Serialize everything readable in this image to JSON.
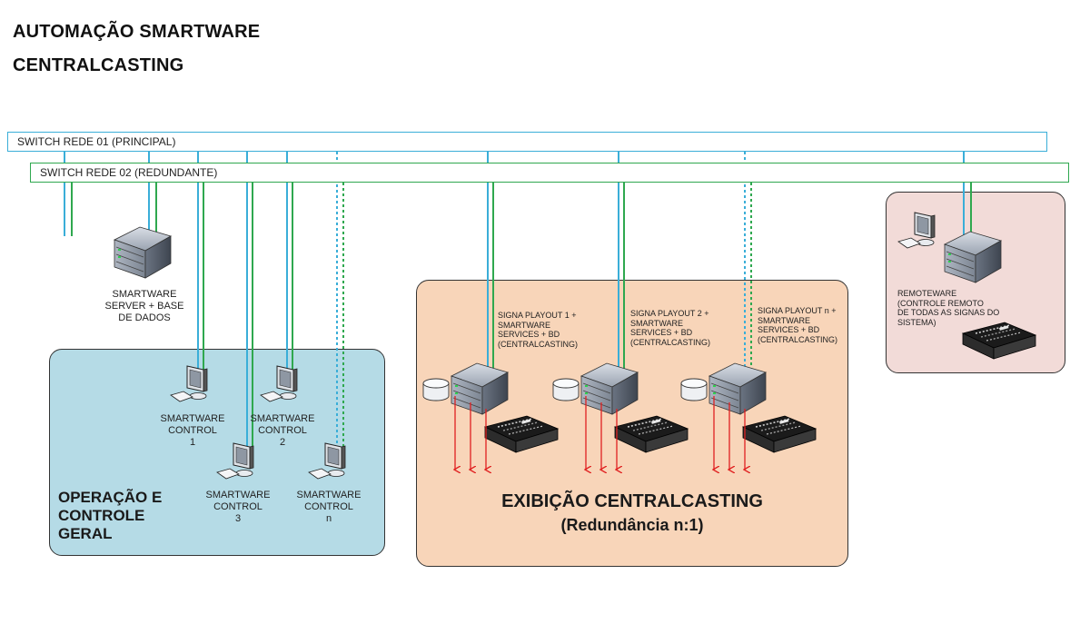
{
  "header": {
    "title_line1": "AUTOMAÇÃO SMARTWARE",
    "title_line2": "CENTRALCASTING"
  },
  "switches": {
    "principal": "SWITCH REDE 01 (PRINCIPAL)",
    "redundante": "SWITCH REDE 02 (REDUNDANTE)"
  },
  "server": {
    "label_lines": [
      "SMARTWARE",
      "SERVER + BASE",
      "DE DADOS"
    ]
  },
  "operacao": {
    "zone_title_lines": [
      "OPERAÇÃO E",
      "CONTROLE",
      "GERAL"
    ],
    "controls": [
      {
        "lines": [
          "SMARTWARE",
          "CONTROL",
          "1"
        ]
      },
      {
        "lines": [
          "SMARTWARE",
          "CONTROL",
          "2"
        ]
      },
      {
        "lines": [
          "SMARTWARE",
          "CONTROL",
          "3"
        ]
      },
      {
        "lines": [
          "SMARTWARE",
          "CONTROL",
          "n"
        ]
      }
    ]
  },
  "exibicao": {
    "zone_title": "EXIBIÇÃO CENTRALCASTING",
    "zone_subtitle": "(Redundância n:1)",
    "playouts": [
      {
        "lines": [
          "SIGNA PLAYOUT 1 +",
          "SMARTWARE",
          "SERVICES + BD",
          "(CENTRALCASTING)"
        ]
      },
      {
        "lines": [
          "SIGNA PLAYOUT 2 +",
          "SMARTWARE",
          "SERVICES + BD",
          "(CENTRALCASTING)"
        ]
      },
      {
        "lines": [
          "SIGNA PLAYOUT n +",
          "SMARTWARE",
          "SERVICES + BD",
          "(CENTRALCASTING)"
        ]
      }
    ]
  },
  "remote": {
    "label_lines": [
      "REMOTEWARE",
      "(CONTROLE REMOTO",
      "DE TODAS AS SIGNAS DO",
      "SISTEMA)"
    ]
  },
  "colors": {
    "net1": "#3aaed8",
    "net2": "#2fa84f",
    "output": "#e02020",
    "zone_operacao": "#b5dbe6",
    "zone_exibicao": "#f8d5b9",
    "zone_remote": "#f2dbd8"
  }
}
